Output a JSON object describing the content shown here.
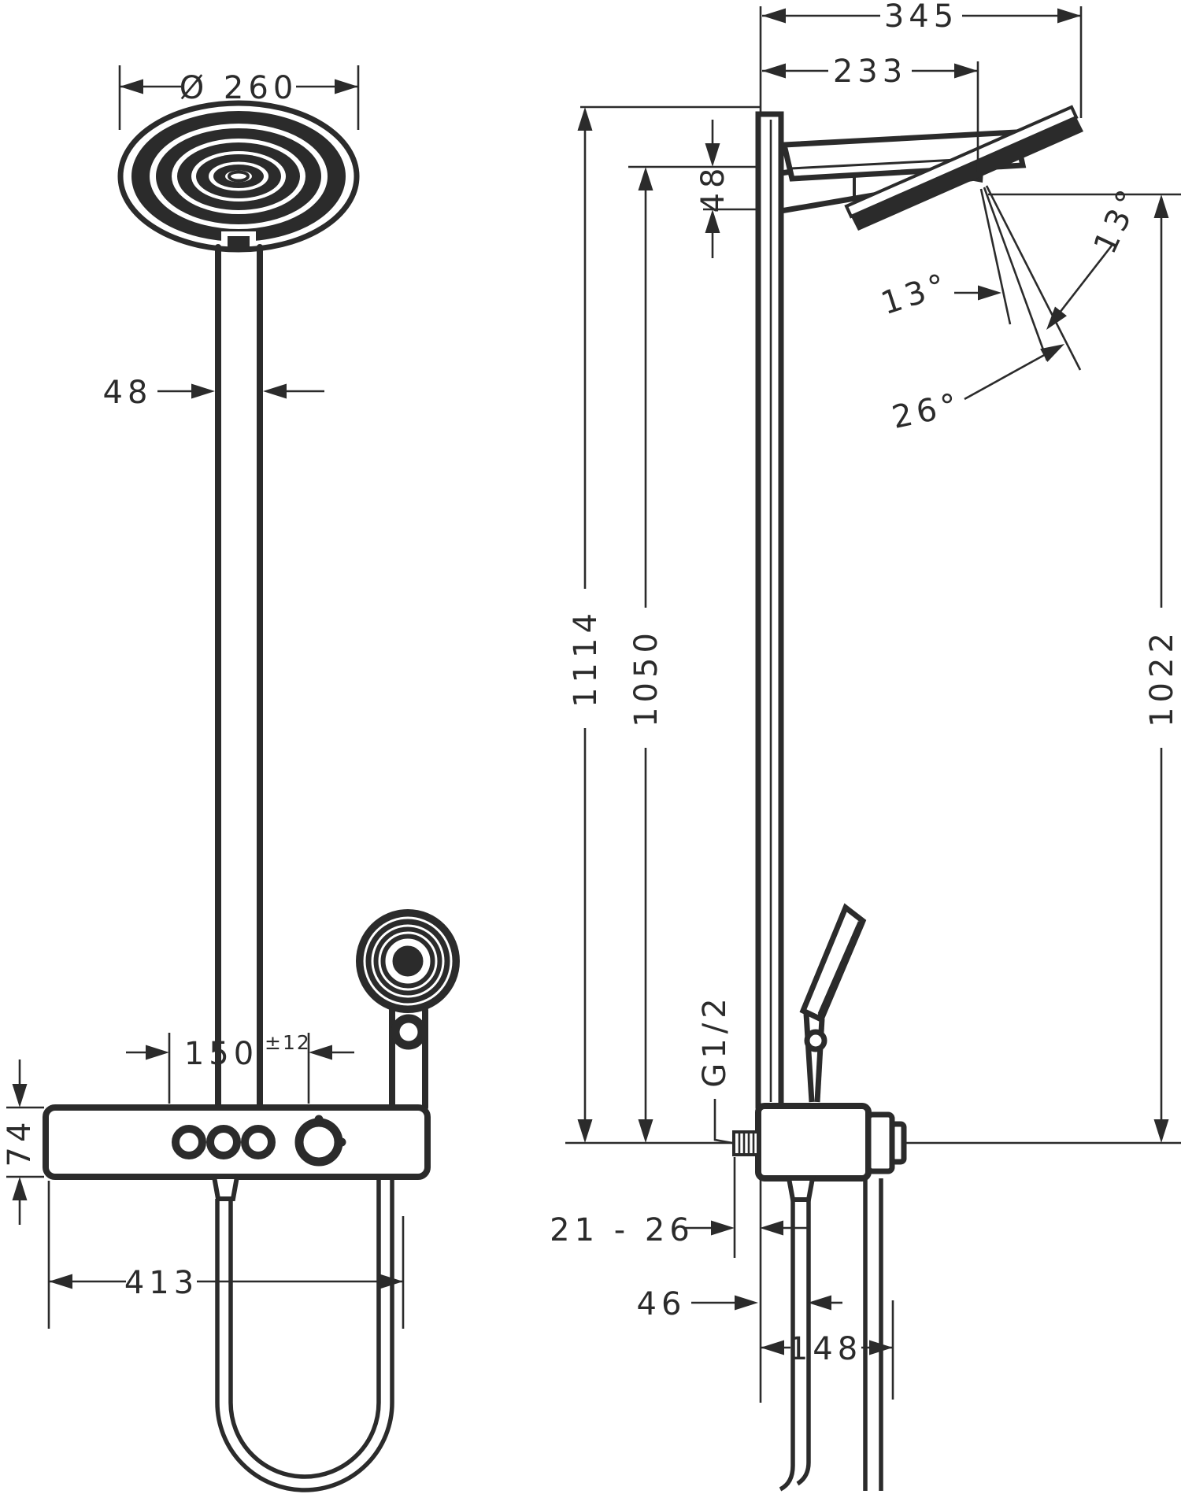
{
  "drawing": {
    "ink_color": "#2b2b2b",
    "background_color": "#ffffff",
    "views": {
      "front": {
        "head_diameter": "Ø 260",
        "pipe_width": "48",
        "supply_spacing": "150",
        "supply_tolerance": "±12",
        "body_height": "74",
        "body_width": "413"
      },
      "side": {
        "head_reach_total": "345",
        "head_pivot_reach": "233",
        "bracket_height": "48",
        "tilt_angle_left": "13°",
        "tilt_angle_right": "13°",
        "tilt_angle_total": "26°",
        "height_overall": "1114",
        "height_pipe": "1050",
        "height_pivot": "1022",
        "thread_label": "G1/2",
        "wall_distance_range": "21 - 26",
        "outlet_offset": "46",
        "hose_offset": "148"
      }
    }
  }
}
